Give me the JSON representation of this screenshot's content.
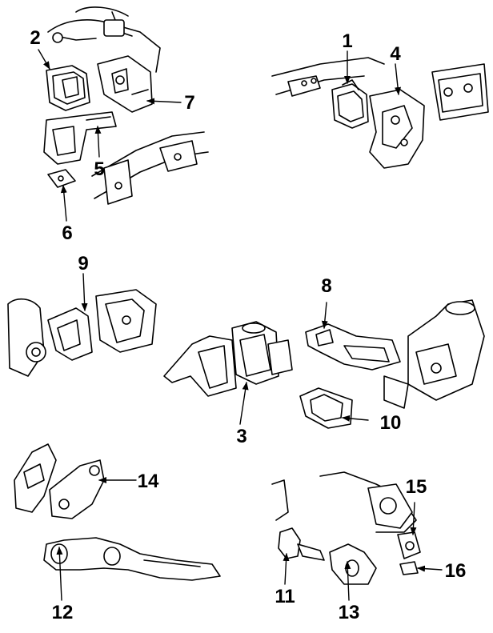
{
  "diagram": {
    "style": "black line-art exploded parts diagram on white background",
    "ink_color": "#000000",
    "background_color": "#ffffff",
    "callouts": [
      {
        "id": "c1",
        "label": "1"
      },
      {
        "id": "c2",
        "label": "2"
      },
      {
        "id": "c3",
        "label": "3"
      },
      {
        "id": "c4",
        "label": "4"
      },
      {
        "id": "c5",
        "label": "5"
      },
      {
        "id": "c6",
        "label": "6"
      },
      {
        "id": "c7",
        "label": "7"
      },
      {
        "id": "c8",
        "label": "8"
      },
      {
        "id": "c9",
        "label": "9"
      },
      {
        "id": "c10",
        "label": "10"
      },
      {
        "id": "c11",
        "label": "11"
      },
      {
        "id": "c12",
        "label": "12"
      },
      {
        "id": "c13",
        "label": "13"
      },
      {
        "id": "c14",
        "label": "14"
      },
      {
        "id": "c15",
        "label": "15"
      },
      {
        "id": "c16",
        "label": "16"
      }
    ]
  }
}
